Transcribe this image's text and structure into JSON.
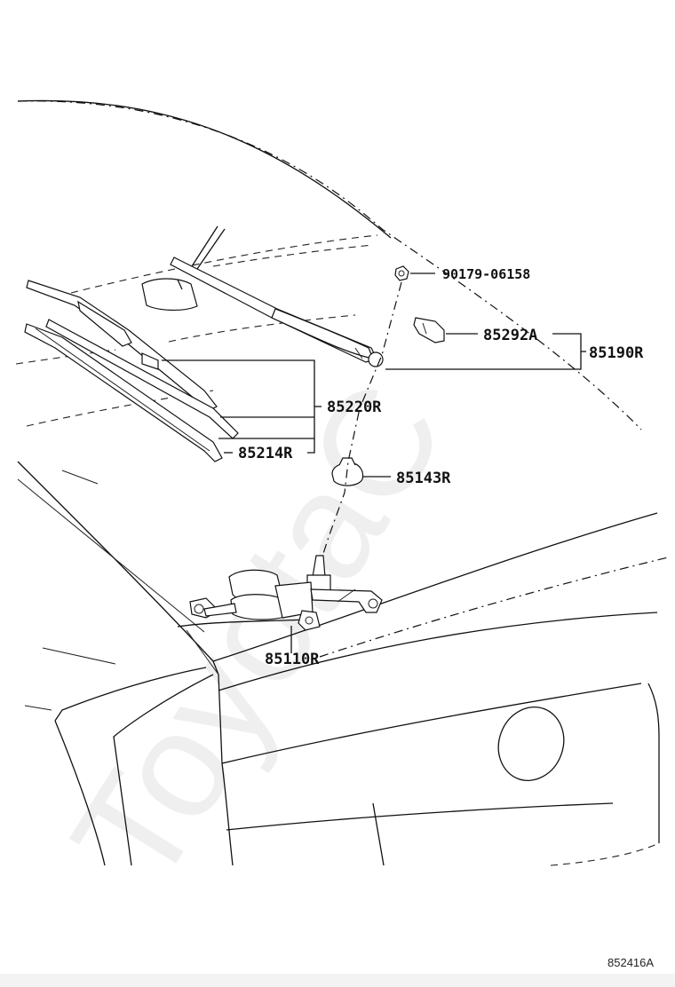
{
  "watermark": "ToyotaC",
  "diagram_code": "852416A",
  "callouts": [
    {
      "id": "nut",
      "label": "90179-06158"
    },
    {
      "id": "cap",
      "label": "85292A"
    },
    {
      "id": "arm",
      "label": "85190R"
    },
    {
      "id": "blade",
      "label": "85220R"
    },
    {
      "id": "rubber",
      "label": "85214R"
    },
    {
      "id": "pivot-cap",
      "label": "85143R"
    },
    {
      "id": "motor",
      "label": "85110R"
    }
  ]
}
